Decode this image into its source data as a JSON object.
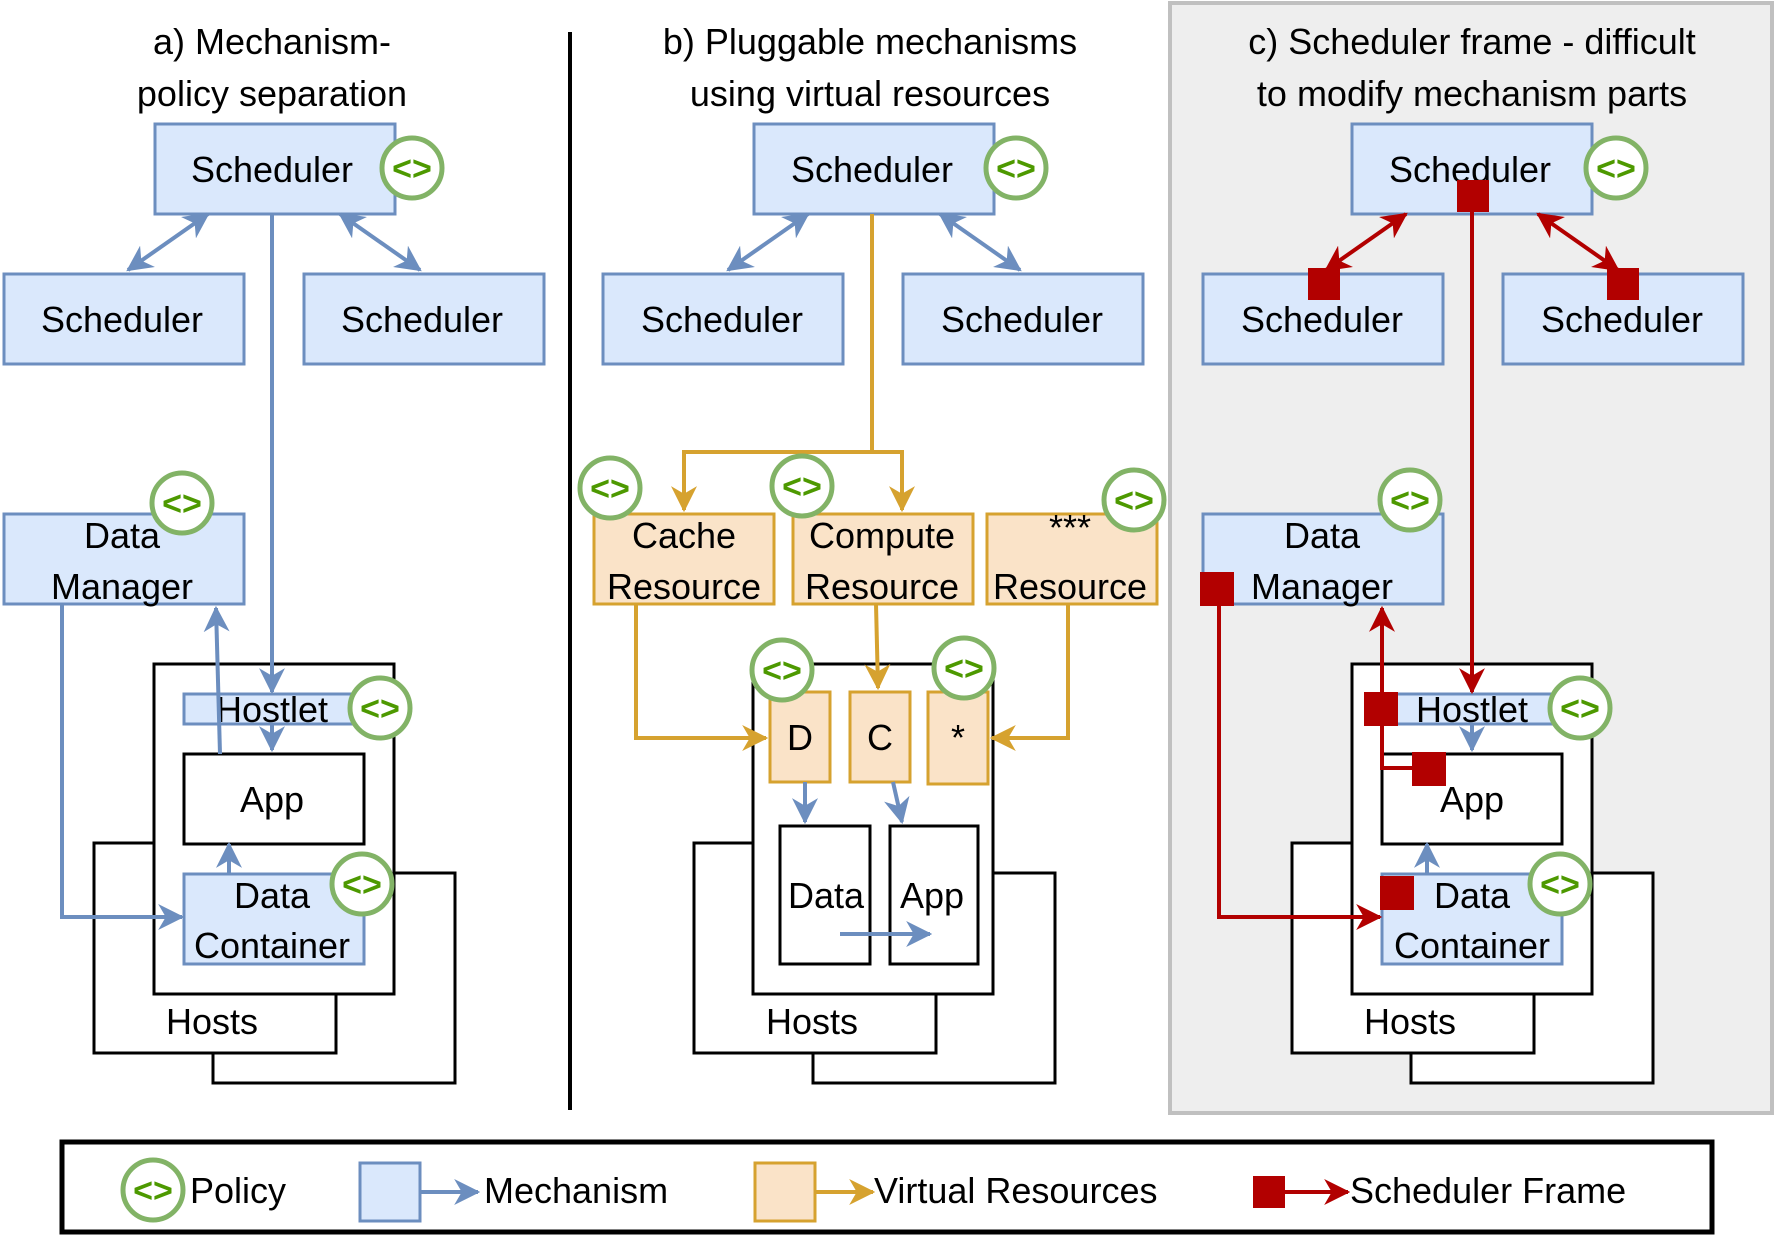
{
  "panels": {
    "a": {
      "title_line1": "a) Mechanism-",
      "title_line2": "policy separation",
      "scheduler_main": "Scheduler",
      "scheduler_left": "Scheduler",
      "scheduler_right": "Scheduler",
      "data_manager_line1": "Data",
      "data_manager_line2": "Manager",
      "hostlet": "Hostlet",
      "app": "App",
      "data_container_line1": "Data",
      "data_container_line2": "Container",
      "hosts": "Hosts"
    },
    "b": {
      "title_line1": "b) Pluggable mechanisms",
      "title_line2": "using virtual resources",
      "scheduler_main": "Scheduler",
      "scheduler_left": "Scheduler",
      "scheduler_right": "Scheduler",
      "cache_line1": "Cache",
      "cache_line2": "Resource",
      "compute_line1": "Compute",
      "compute_line2": "Resource",
      "other_line1": "***",
      "other_line2": "Resource",
      "slot_d": "D",
      "slot_c": "C",
      "slot_star": "*",
      "data": "Data",
      "app": "App",
      "hosts": "Hosts"
    },
    "c": {
      "title_line1": "c) Scheduler frame - difficult",
      "title_line2": "to modify mechanism parts",
      "scheduler_main": "Scheduler",
      "scheduler_left": "Scheduler",
      "scheduler_right": "Scheduler",
      "data_manager_line1": "Data",
      "data_manager_line2": "Manager",
      "hostlet": "Hostlet",
      "app": "App",
      "data_container_line1": "Data",
      "data_container_line2": "Container",
      "hosts": "Hosts"
    }
  },
  "policy_glyph": "<>",
  "legend": {
    "policy": "Policy",
    "mechanism": "Mechanism",
    "virtual_resources": "Virtual Resources",
    "scheduler_frame": "Scheduler Frame"
  },
  "colors": {
    "mechanism_fill": "#dae8fc",
    "mechanism_stroke": "#6c8ebf",
    "policy_stroke": "#82b366",
    "policy_text": "#4d9900",
    "virtual_fill": "#fae3c8",
    "virtual_stroke": "#d6a22f",
    "frame_red": "#b20000",
    "panel_c_background": "#eeeeee"
  }
}
